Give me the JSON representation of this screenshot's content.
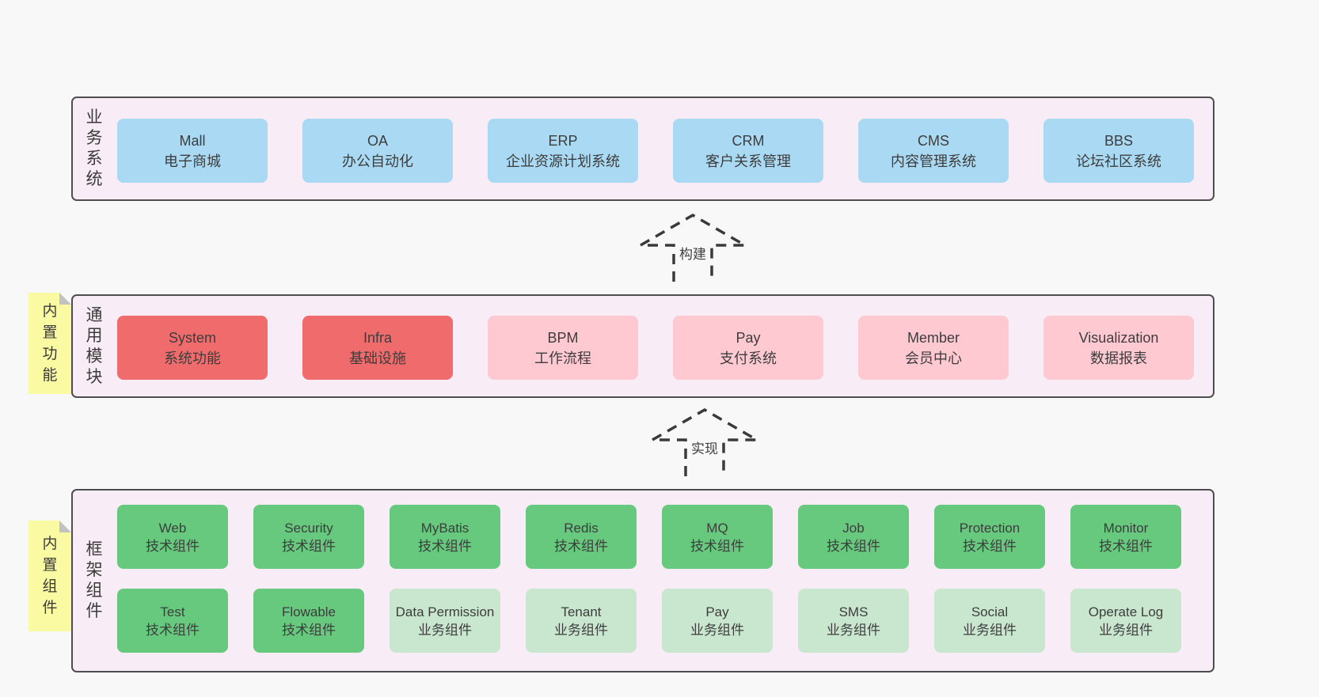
{
  "colors": {
    "page_bg": "#f9f8f9",
    "band_bg": "#f8edf6",
    "band_border": "#4e4e4e",
    "blue_box": "#aadaf3",
    "red_box": "#f06b6b",
    "pink_box": "#ffc9d2",
    "green_box": "#66c97d",
    "light_green_box": "#c9e7cf",
    "note_yellow": "#fafaa3",
    "text": "#3d3d3d"
  },
  "arrows": [
    {
      "label": "构建"
    },
    {
      "label": "实现"
    }
  ],
  "bands": [
    {
      "title": "业务系统",
      "boxes": [
        {
          "name": "Mall",
          "desc": "电子商城"
        },
        {
          "name": "OA",
          "desc": "办公自动化"
        },
        {
          "name": "ERP",
          "desc": "企业资源计划系统"
        },
        {
          "name": "CRM",
          "desc": "客户关系管理"
        },
        {
          "name": "CMS",
          "desc": "内容管理系统"
        },
        {
          "name": "BBS",
          "desc": "论坛社区系统"
        }
      ]
    },
    {
      "title": "通用模块",
      "note": "内置功能",
      "boxes": [
        {
          "name": "System",
          "desc": "系统功能"
        },
        {
          "name": "Infra",
          "desc": "基础设施"
        },
        {
          "name": "BPM",
          "desc": "工作流程"
        },
        {
          "name": "Pay",
          "desc": "支付系统"
        },
        {
          "name": "Member",
          "desc": "会员中心"
        },
        {
          "name": "Visualization",
          "desc": "数据报表"
        }
      ]
    },
    {
      "title": "框架组件",
      "note": "内置组件",
      "rows": [
        [
          {
            "name": "Web",
            "desc": "技术组件"
          },
          {
            "name": "Security",
            "desc": "技术组件"
          },
          {
            "name": "MyBatis",
            "desc": "技术组件"
          },
          {
            "name": "Redis",
            "desc": "技术组件"
          },
          {
            "name": "MQ",
            "desc": "技术组件"
          },
          {
            "name": "Job",
            "desc": "技术组件"
          },
          {
            "name": "Protection",
            "desc": "技术组件"
          },
          {
            "name": "Monitor",
            "desc": "技术组件"
          }
        ],
        [
          {
            "name": "Test",
            "desc": "技术组件"
          },
          {
            "name": "Flowable",
            "desc": "技术组件"
          },
          {
            "name": "Data Permission",
            "desc": "业务组件"
          },
          {
            "name": "Tenant",
            "desc": "业务组件"
          },
          {
            "name": "Pay",
            "desc": "业务组件"
          },
          {
            "name": "SMS",
            "desc": "业务组件"
          },
          {
            "name": "Social",
            "desc": "业务组件"
          },
          {
            "name": "Operate Log",
            "desc": "业务组件"
          }
        ]
      ]
    }
  ]
}
